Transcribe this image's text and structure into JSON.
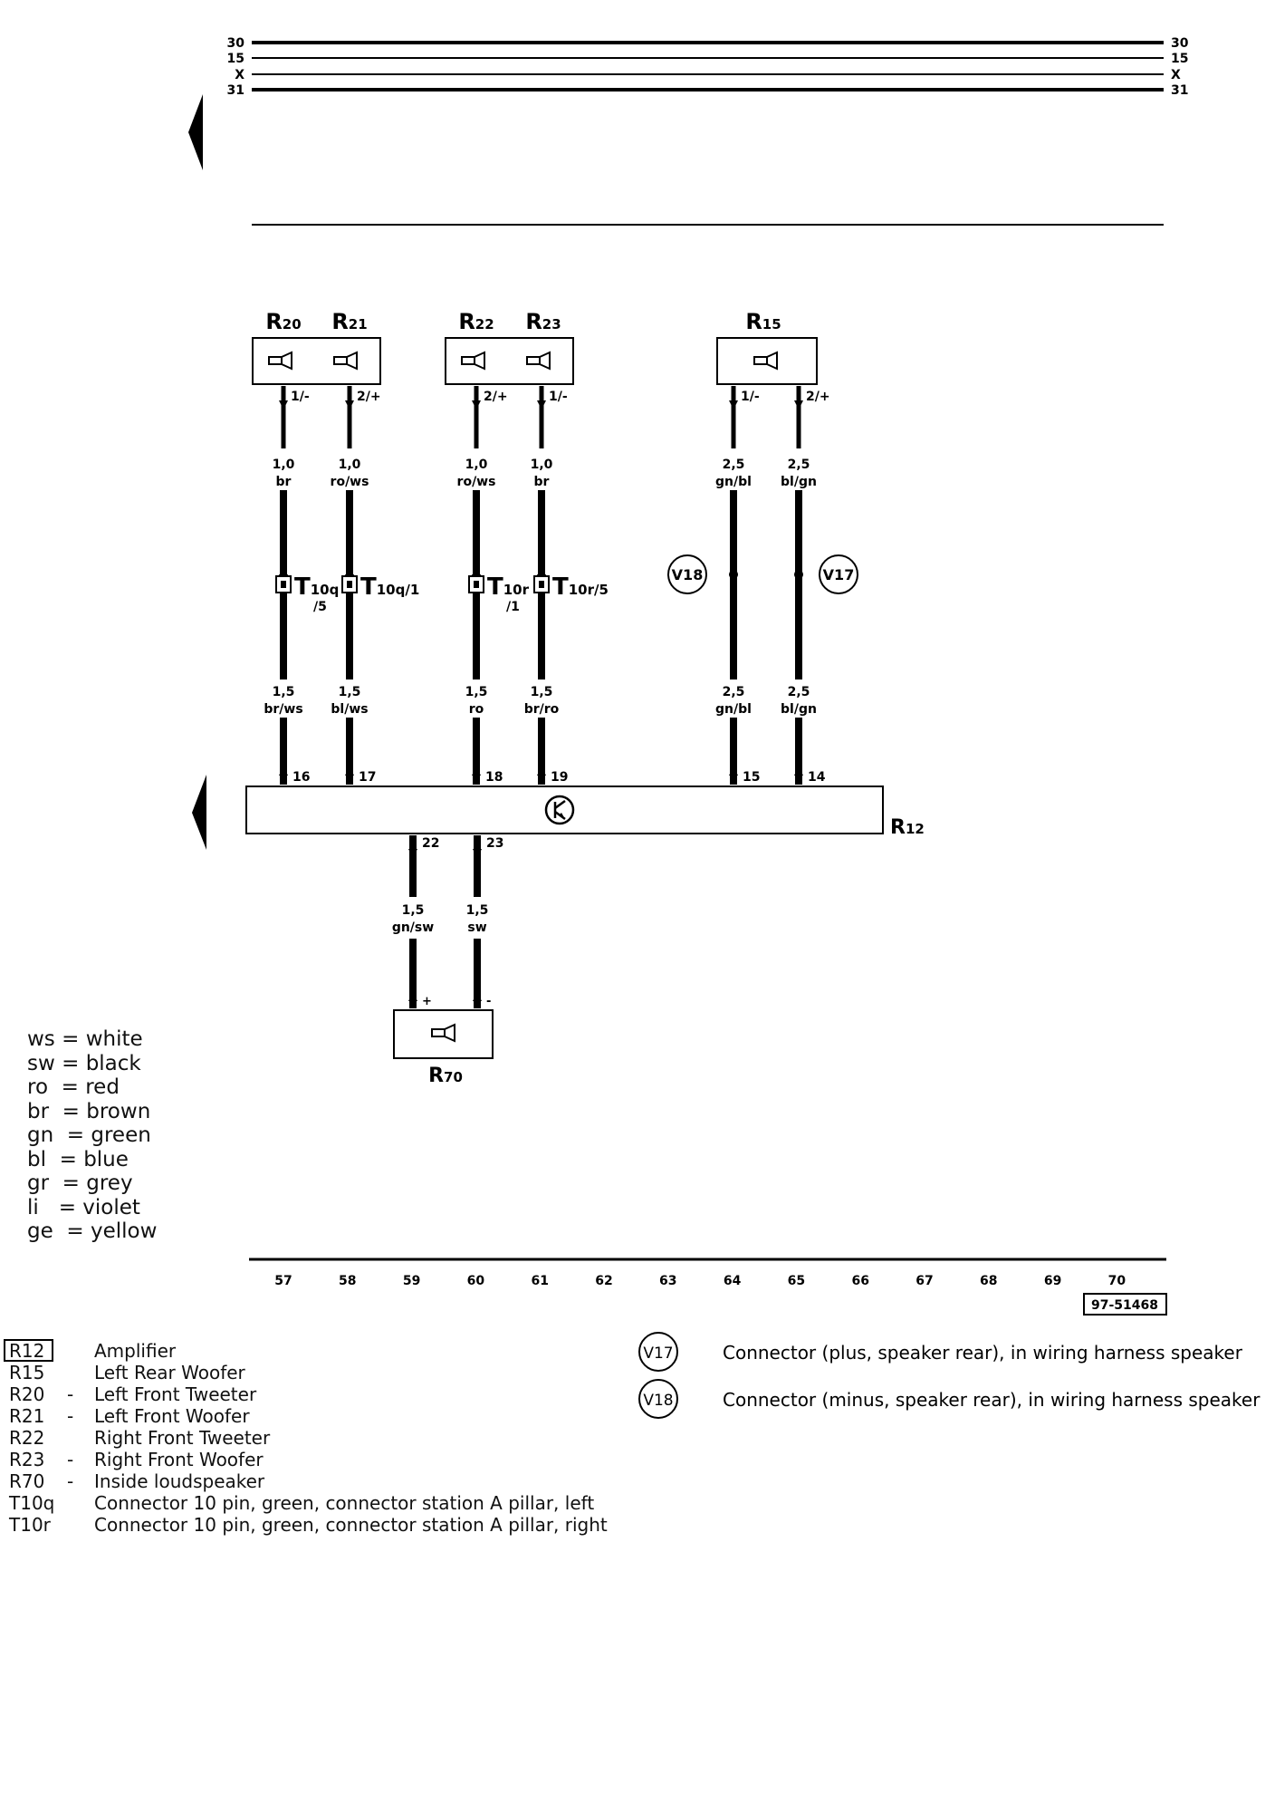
{
  "bus_lines": [
    {
      "label": "30"
    },
    {
      "label": "15"
    },
    {
      "label": "X"
    },
    {
      "label": "31"
    }
  ],
  "components": {
    "r20": "R20",
    "r21": "R21",
    "r22": "R22",
    "r23": "R23",
    "r15": "R15",
    "r12": "R12",
    "r70": "R70"
  },
  "wires": [
    {
      "top_pin": "1/-",
      "top_gauge": "1,0",
      "top_color": "br",
      "connector": "T10q",
      "connector_sub": "/5",
      "bottom_gauge": "1,5",
      "bottom_color": "br/ws",
      "amp_pin": "16"
    },
    {
      "top_pin": "2/+",
      "top_gauge": "1,0",
      "top_color": "ro/ws",
      "connector": "T10q/1",
      "connector_sub": "",
      "bottom_gauge": "1,5",
      "bottom_color": "bl/ws",
      "amp_pin": "17"
    },
    {
      "top_pin": "2/+",
      "top_gauge": "1,0",
      "top_color": "ro/ws",
      "connector": "T10r",
      "connector_sub": "/1",
      "bottom_gauge": "1,5",
      "bottom_color": "ro",
      "amp_pin": "18"
    },
    {
      "top_pin": "1/-",
      "top_gauge": "1,0",
      "top_color": "br",
      "connector": "T10r/5",
      "connector_sub": "",
      "bottom_gauge": "1,5",
      "bottom_color": "br/ro",
      "amp_pin": "19"
    },
    {
      "top_pin": "1/-",
      "top_gauge": "2,5",
      "top_color": "gn/bl",
      "connector": "V18",
      "connector_sub": "",
      "bottom_gauge": "2,5",
      "bottom_color": "gn/bl",
      "amp_pin": "15"
    },
    {
      "top_pin": "2/+",
      "top_gauge": "2,5",
      "top_color": "bl/gn",
      "connector": "V17",
      "connector_sub": "",
      "bottom_gauge": "2,5",
      "bottom_color": "bl/gn",
      "amp_pin": "14"
    }
  ],
  "lower_wires": [
    {
      "amp_pin": "22",
      "gauge": "1,5",
      "color": "gn/sw",
      "polarity": "+"
    },
    {
      "amp_pin": "23",
      "gauge": "1,5",
      "color": "sw",
      "polarity": "-"
    }
  ],
  "color_key": [
    "ws = white",
    "sw = black",
    "ro  = red",
    "br  = brown",
    "gn  = green",
    "bl  = blue",
    "gr  = grey",
    "li   = violet",
    "ge  = yellow"
  ],
  "ruler": [
    "57",
    "58",
    "59",
    "60",
    "61",
    "62",
    "63",
    "64",
    "65",
    "66",
    "67",
    "68",
    "69",
    "70"
  ],
  "diagram_id": "97-51468",
  "legend_left": [
    {
      "code": "R12",
      "dash": "",
      "text": "Amplifier"
    },
    {
      "code": "R15",
      "dash": "",
      "text": "Left Rear Woofer"
    },
    {
      "code": "R20",
      "dash": "-",
      "text": "Left Front Tweeter"
    },
    {
      "code": "R21",
      "dash": "-",
      "text": "Left Front Woofer"
    },
    {
      "code": "R22",
      "dash": "",
      "text": "Right Front Tweeter"
    },
    {
      "code": "R23",
      "dash": "-",
      "text": "Right Front Woofer"
    },
    {
      "code": "R70",
      "dash": "-",
      "text": "Inside loudspeaker"
    },
    {
      "code": "T10q",
      "dash": "",
      "text": "Connector 10 pin, green, connector station A pillar, left"
    },
    {
      "code": "T10r",
      "dash": "",
      "text": "Connector 10 pin, green, connector station A pillar, right"
    }
  ],
  "legend_right": [
    {
      "code": "V17",
      "text": "Connector (plus, speaker rear), in wiring harness speaker"
    },
    {
      "code": "V18",
      "text": "Connector (minus, speaker rear), in wiring harness speaker"
    }
  ]
}
